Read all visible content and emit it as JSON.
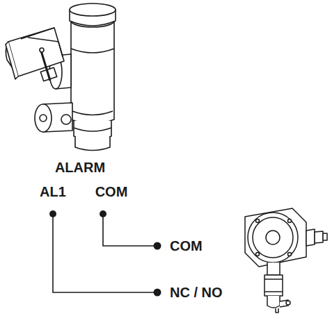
{
  "diagram": {
    "labels": [
      "ALARM",
      "AL1",
      "COM",
      "COM",
      "NC / NO"
    ]
  }
}
